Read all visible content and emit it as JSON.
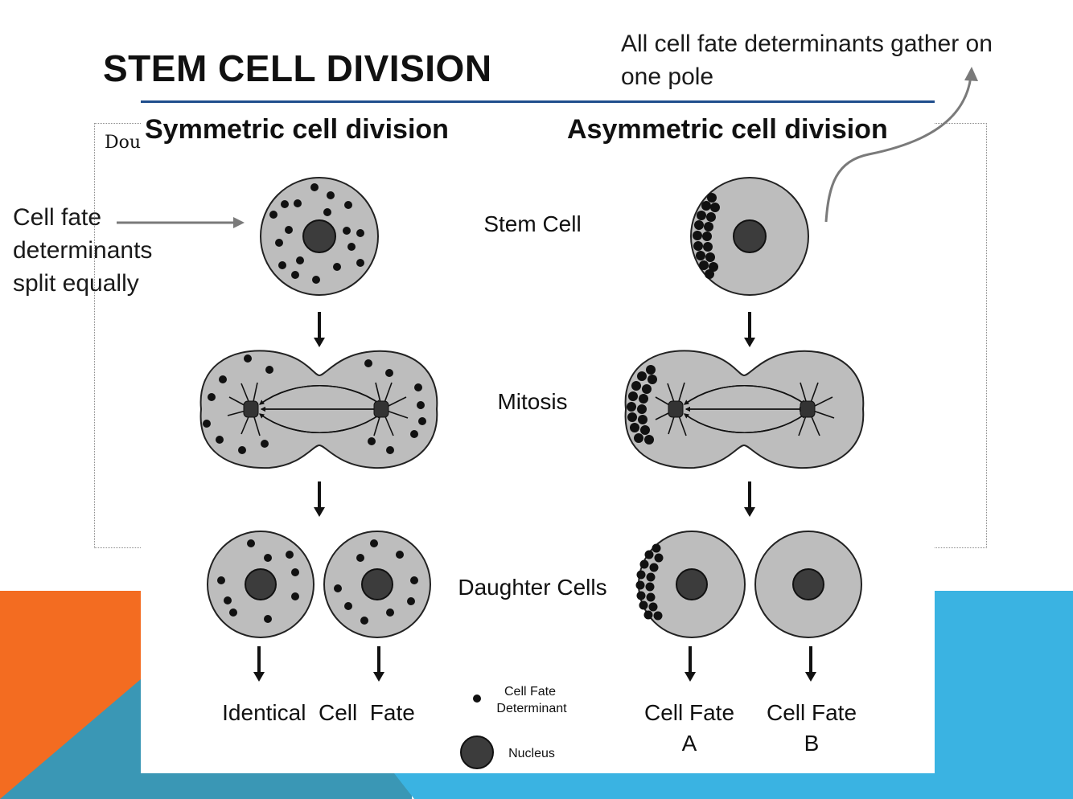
{
  "slide": {
    "title": "STEM CELL DIVISION",
    "placeholder_text": "Dou",
    "colors": {
      "accent_orange": "#F36C21",
      "accent_blue": "#3AB3E2",
      "accent_teal": "#3A97B5",
      "rule_blue": "#1F4E8C"
    }
  },
  "annotations": {
    "left": "Cell fate determinants split equally",
    "right": "All cell fate determinants gather on one pole"
  },
  "diagram": {
    "headings": {
      "symmetric": "Symmetric cell division",
      "asymmetric": "Asymmetric cell division"
    },
    "stages": {
      "stem": "Stem Cell",
      "mitosis": "Mitosis",
      "daughter": "Daughter Cells"
    },
    "outcomes": {
      "symmetric": "Identical  Cell  Fate",
      "fate_a_line1": "Cell Fate",
      "fate_a_line2": "A",
      "fate_b_line1": "Cell Fate",
      "fate_b_line2": "B"
    },
    "legend": {
      "determinant_line1": "Cell Fate",
      "determinant_line2": "Determinant",
      "nucleus": "Nucleus"
    },
    "colors": {
      "cell_fill": "#BDBDBD",
      "nucleus_fill": "#3C3C3C",
      "dot_fill": "#111111"
    }
  }
}
